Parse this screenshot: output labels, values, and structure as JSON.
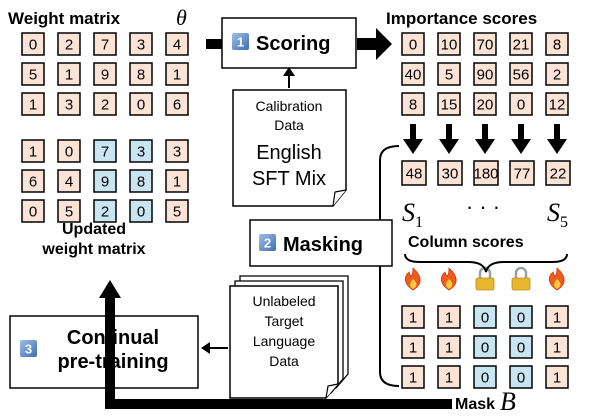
{
  "weight_matrix": {
    "title": "Weight matrix",
    "symbol": "θ",
    "rows": [
      [
        "0",
        "2",
        "7",
        "3",
        "4"
      ],
      [
        "5",
        "1",
        "9",
        "8",
        "1"
      ],
      [
        "1",
        "3",
        "2",
        "0",
        "6"
      ]
    ]
  },
  "updated_matrix": {
    "rows": [
      [
        "1",
        "0",
        "7",
        "3",
        "3"
      ],
      [
        "6",
        "4",
        "9",
        "8",
        "1"
      ],
      [
        "0",
        "5",
        "2",
        "0",
        "5"
      ]
    ],
    "title_line1": "Updated",
    "title_line2": "weight matrix"
  },
  "importance": {
    "title": "Importance scores",
    "rows": [
      [
        "0",
        "10",
        "70",
        "21",
        "8"
      ],
      [
        "40",
        "5",
        "90",
        "56",
        "2"
      ],
      [
        "8",
        "15",
        "20",
        "0",
        "12"
      ]
    ]
  },
  "column_scores": {
    "values": [
      "48",
      "30",
      "180",
      "77",
      "22"
    ],
    "s_first": "S",
    "s_first_sub": "1",
    "dots": "· · ·",
    "s_last": "S",
    "s_last_sub": "5",
    "title": "Column scores"
  },
  "mask": {
    "rows": [
      [
        "1",
        "1",
        "0",
        "0",
        "1"
      ],
      [
        "1",
        "1",
        "0",
        "0",
        "1"
      ],
      [
        "1",
        "1",
        "0",
        "0",
        "1"
      ]
    ],
    "label": "Mask",
    "symbol": "B",
    "column_icons": [
      "fire-icon",
      "fire-icon",
      "lock-icon",
      "lock-icon",
      "fire-icon"
    ]
  },
  "steps": {
    "scoring": {
      "num": "1",
      "label": "Scoring"
    },
    "masking": {
      "num": "2",
      "label": "Masking"
    },
    "pretraining": {
      "num": "3",
      "line1": "Continual",
      "line2": "pre-training"
    }
  },
  "calibration": {
    "line1": "Calibration",
    "line2": "Data",
    "line3": "English",
    "line4": "SFT Mix"
  },
  "unlabeled": {
    "line1": "Unlabeled",
    "line2": "Target",
    "line3": "Language",
    "line4": "Data"
  },
  "colors": {
    "peach": "#fbe3d6",
    "blue": "#c9e5f2",
    "step_badge": "#5b8ec9"
  }
}
